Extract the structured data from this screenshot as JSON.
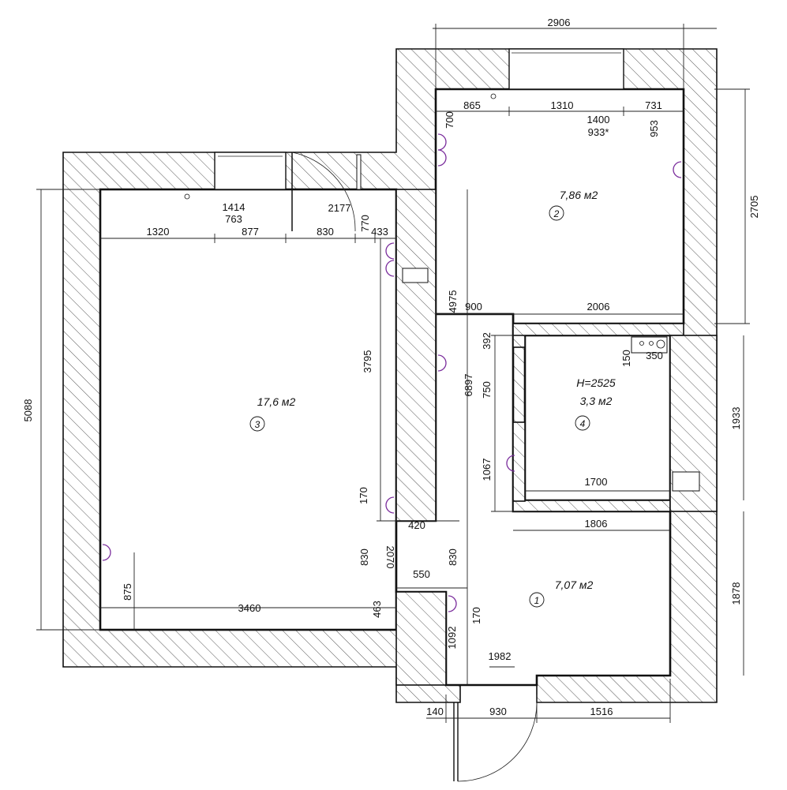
{
  "rooms": [
    {
      "id": "1",
      "area": "7,07 м2"
    },
    {
      "id": "2",
      "area": "7,86 м2"
    },
    {
      "id": "3",
      "area": "17,6 м2"
    },
    {
      "id": "4",
      "area": "3,3 м2",
      "height": "H=2525"
    }
  ],
  "dimensions": {
    "top_overall": "2906",
    "r2_left_seg": "865",
    "r2_mid_seg": "1310",
    "r2_right_seg": "731",
    "r2_window_h": "1400",
    "r2_window_sill": "933*",
    "r2_socket_left": "700",
    "r2_socket_right": "953",
    "r2_height_right": "2705",
    "r2_bottom_left": "900",
    "r2_bottom_right": "2006",
    "r3_seg1": "1320",
    "r3_seg2": "877",
    "r3_seg3": "830",
    "r3_seg4": "770",
    "r3_seg5": "433",
    "r3_window_h": "1414",
    "r3_window_sill": "763",
    "r3_door_h": "2177",
    "r3_left_height": "5088",
    "r3_inner_height": "3795",
    "r3_socket_low": "170",
    "r3_bottom_width": "3460",
    "r3_bottom_right": "463",
    "r3_left_socket": "875",
    "corridor_vert": "4975",
    "corridor_long": "6897",
    "r4_top_seg": "392",
    "r4_door_seg": "750",
    "r4_low_seg": "1067",
    "r4_width": "1700",
    "r4_sink_h": "150",
    "r4_sink_w": "350",
    "r4_right_height": "1933",
    "r1_top_width": "1806",
    "r1_right_height": "1878",
    "door3_width": "830",
    "door3_height": "2070",
    "door3_right": "830",
    "wall_stub": "420",
    "wall_stub2": "550",
    "r1_socket": "170",
    "r1_door_left": "1092",
    "r1_entry_h": "1982",
    "bottom_seg1": "140",
    "bottom_seg2": "930",
    "bottom_seg3": "1516"
  }
}
